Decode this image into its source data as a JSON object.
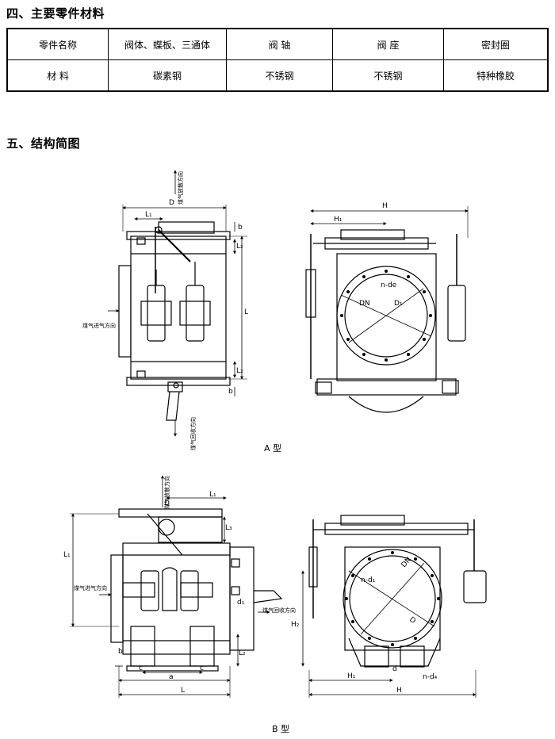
{
  "section4": {
    "title": "四、主要零件材料",
    "header_row": [
      "零件名称",
      "阀体、蝶板、三通体",
      "阀  轴",
      "阀  座",
      "密封圈"
    ],
    "material_row": [
      "材  料",
      "碳素钢",
      "不锈钢",
      "不锈钢",
      "特种橡胶"
    ]
  },
  "section5": {
    "title": "五、结构简图"
  },
  "diagram_a": {
    "caption": "A 型",
    "labels": {
      "D": "D",
      "L1": "L₁",
      "b_top": "b",
      "L2_top": "L₂",
      "L": "L",
      "L2_bottom": "L₂",
      "b_bottom": "b",
      "inlet": "煤气进气方向",
      "outlet_top": "煤气放散方向",
      "outlet_bottom": "煤气回收方向",
      "H": "H",
      "H1": "H₁",
      "n_de": "n-de",
      "DN": "DN",
      "D1": "D₁"
    }
  },
  "diagram_b": {
    "caption": "B 型",
    "labels": {
      "D": "D",
      "outlet_top": "煤气放散方向",
      "L1": "L₁",
      "L3": "L₃",
      "Lt": "L₁",
      "inlet": "煤气进气方向",
      "outlet_side": "煤气回收方向",
      "d1": "d₁",
      "L2": "L₂",
      "b": "b",
      "c_left": "c",
      "a": "a",
      "c_right": "c",
      "L": "L",
      "n_d1": "n-d₁",
      "DN": "DN",
      "H2": "H₂",
      "d": "d",
      "n_d4": "n-d₄",
      "H1": "H₁",
      "H": "H"
    }
  }
}
